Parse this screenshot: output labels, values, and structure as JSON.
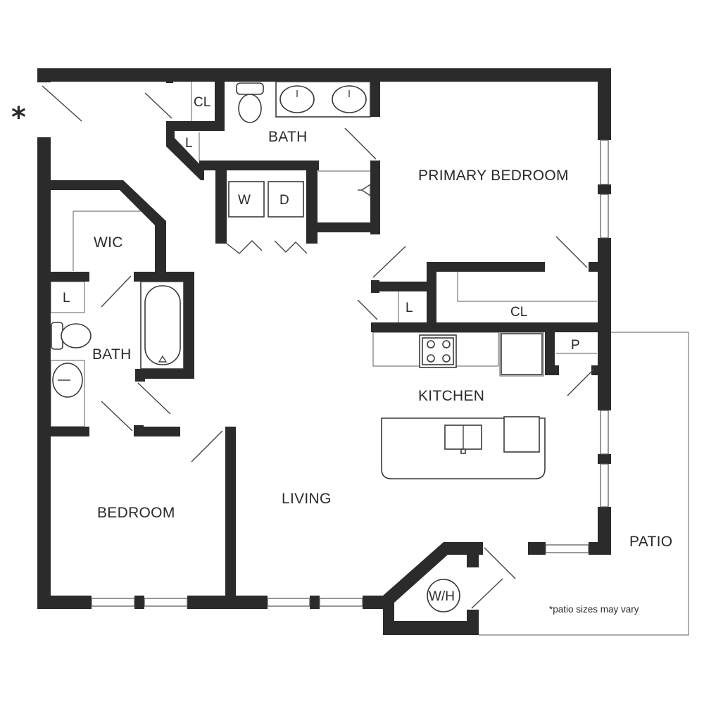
{
  "rooms": {
    "primary_bedroom": "PRIMARY BEDROOM",
    "bath_primary": "BATH",
    "bath_secondary": "BATH",
    "wic": "WIC",
    "bedroom": "BEDROOM",
    "living": "LIVING",
    "kitchen": "KITCHEN",
    "patio": "PATIO"
  },
  "small_labels": {
    "cl_top": "CL",
    "l_top": "L",
    "washer": "W",
    "dryer": "D",
    "l_left": "L",
    "l_kitchen": "L",
    "cl_kitchen": "CL",
    "pantry": "P",
    "water_heater": "W/H"
  },
  "note": "*patio sizes may vary",
  "marker": "*",
  "colors": {
    "wall": "#2b2b2b",
    "line": "#7a7a7a",
    "background": "#ffffff"
  }
}
